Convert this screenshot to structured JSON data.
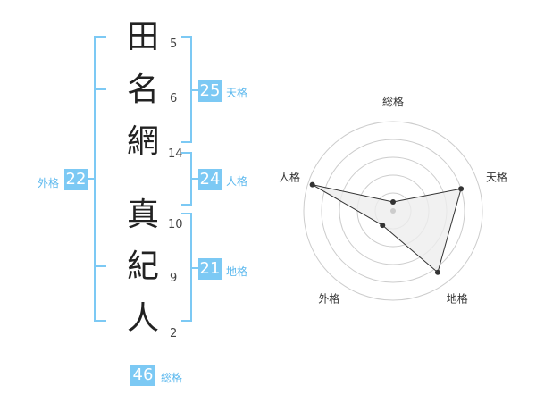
{
  "name": {
    "chars": [
      "田",
      "名",
      "網",
      "真",
      "紀",
      "人"
    ],
    "strokes": [
      "5",
      "6",
      "14",
      "10",
      "9",
      "2"
    ]
  },
  "kakusu": {
    "tenkaku": {
      "value": "25",
      "label": "天格"
    },
    "jinkaku": {
      "value": "24",
      "label": "人格"
    },
    "chikaku": {
      "value": "21",
      "label": "地格"
    },
    "gaikaku": {
      "value": "22",
      "label": "外格"
    },
    "soukaku": {
      "value": "46",
      "label": "総格"
    }
  },
  "chart_data": {
    "type": "radar",
    "axes": [
      "総格",
      "天格",
      "地格",
      "外格",
      "人格"
    ],
    "values": [
      0.1,
      0.8,
      0.85,
      0.2,
      0.95
    ],
    "range": [
      0,
      1
    ],
    "rings": 5,
    "colors": {
      "ring": "#cccccc",
      "line": "#333333",
      "fill": "#eeeeee",
      "point": "#333333",
      "center": "#cccccc"
    }
  },
  "colors": {
    "accent": "#7cc9f4",
    "label": "#5bb8ee"
  }
}
